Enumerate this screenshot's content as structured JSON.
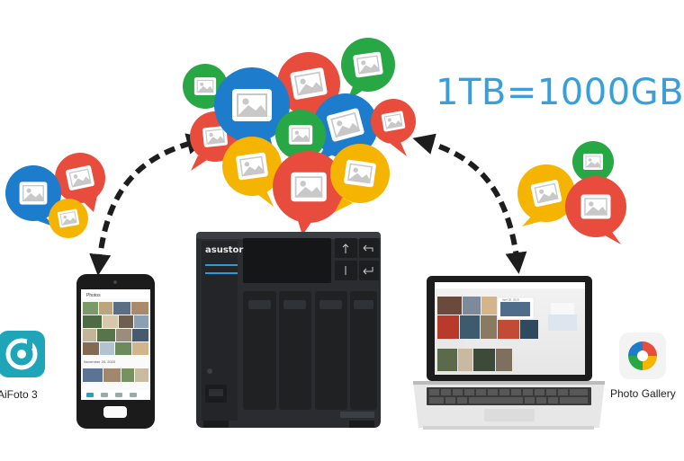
{
  "headline": "1TB=1000GB",
  "brand": "asustor",
  "apps": {
    "mobile": {
      "label": "AiFoto 3",
      "icon": "aifoto-icon"
    },
    "desktop": {
      "label": "Photo Gallery",
      "icon": "photo-gallery-icon"
    }
  },
  "phone_screen": {
    "title": "Photos",
    "date_label": "November 20, 2020"
  },
  "laptop_screen": {
    "date_label": "April 20, 2019"
  },
  "colors": {
    "blue": "#1e7ccc",
    "red": "#e84c3d",
    "green": "#28a745",
    "yellow": "#f5b400",
    "headline": "#3a9fd8",
    "device_dark": "#2a2c2f"
  }
}
